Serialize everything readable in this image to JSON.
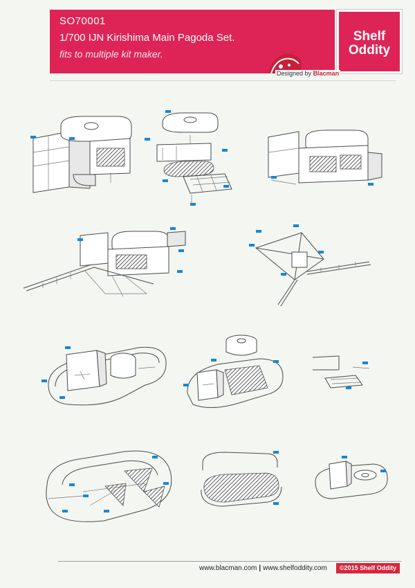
{
  "header": {
    "code": "SO70001",
    "title": "1/700 IJN Kirishima Main Pagoda Set.",
    "subtitle": "fits to multiple kit maker.",
    "designed_prefix": "Designed by",
    "designed_name": "Blacman"
  },
  "logo": {
    "line1": "Shelf",
    "line2": "Oddity"
  },
  "footer": {
    "link1": "www.blacman.com",
    "separator": "|",
    "link2": "www.shelfoddity.com",
    "copyright": "©2015 Shelf Oddity"
  },
  "colors": {
    "brand": "#de2456",
    "tag": "#1787d6",
    "ink": "#4a4a4a"
  }
}
